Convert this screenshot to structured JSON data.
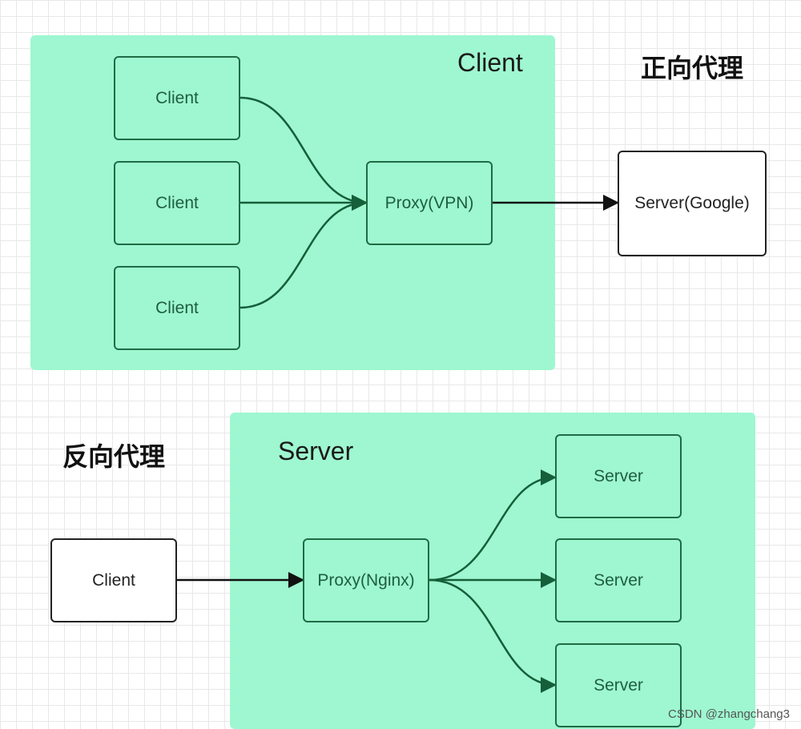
{
  "forward_proxy": {
    "heading": "正向代理",
    "region_title": "Client",
    "clients": [
      "Client",
      "Client",
      "Client"
    ],
    "proxy": "Proxy(VPN)",
    "server": "Server(Google)"
  },
  "reverse_proxy": {
    "heading": "反向代理",
    "region_title": "Server",
    "client": "Client",
    "proxy": "Proxy(Nginx)",
    "servers": [
      "Server",
      "Server",
      "Server"
    ]
  },
  "watermark": "CSDN @zhangchang3",
  "colors": {
    "region_fill": "#9ef7d0",
    "node_border": "#1f6b45",
    "edge_green": "#155f3a",
    "edge_black": "#111111"
  }
}
